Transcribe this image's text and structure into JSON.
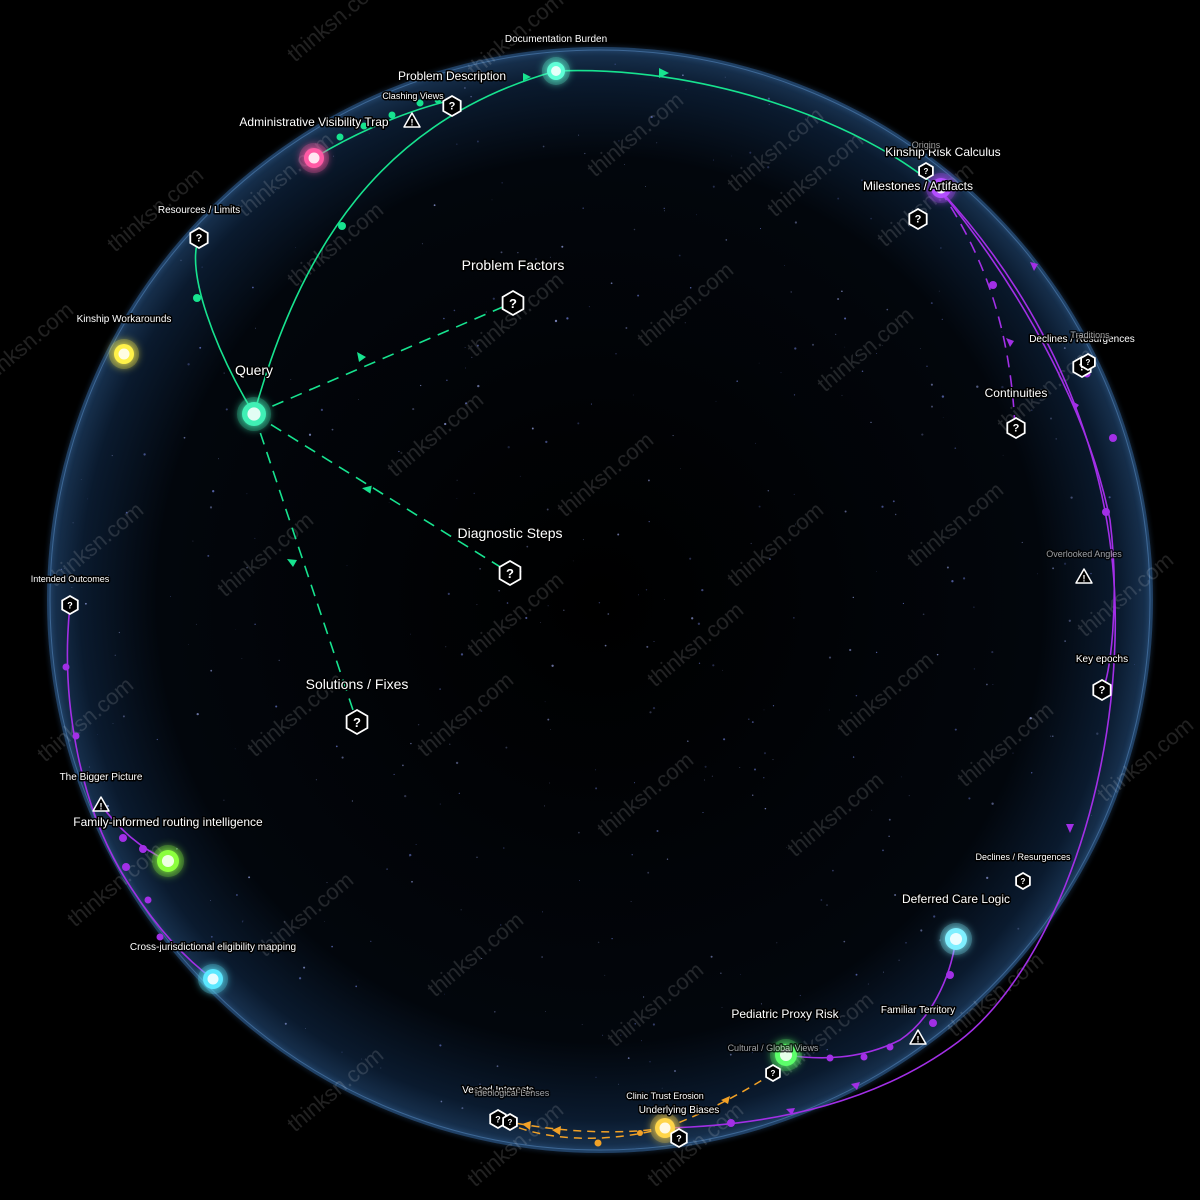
{
  "colors": {
    "background": "#000000",
    "disc": "#071222",
    "rim": "#3a6ea8",
    "green_path": "#17e38f",
    "purple_path": "#a22fe6",
    "orange_path": "#f2a126",
    "icon": "#ffffff"
  },
  "watermark": "thinksn.com",
  "nodes": {
    "query": {
      "label": "Query",
      "color": "#3ff0b5",
      "icon": "glowing-circle"
    },
    "documentation_burden": {
      "label": "Documentation Burden",
      "color": "#5fffd7",
      "icon": "glowing-circle"
    },
    "administrative_visibility_trap": {
      "label": "Administrative Visibility Trap",
      "color": "#ff5aa5",
      "icon": "glowing-circle"
    },
    "kinship_workarounds": {
      "label": "Kinship Workarounds",
      "color": "#fff14a",
      "icon": "glowing-circle"
    },
    "kinship_risk_calculus": {
      "label": "Kinship Risk Calculus",
      "color": "#b34dff",
      "icon": "glowing-circle"
    },
    "family_informed_routing": {
      "label": "Family-informed routing intelligence",
      "color": "#8cff3c",
      "icon": "glowing-circle"
    },
    "cross_jurisdictional": {
      "label": "Cross-jurisdictional eligibility mapping",
      "color": "#5ce8ff",
      "icon": "glowing-circle"
    },
    "deferred_care_logic": {
      "label": "Deferred Care Logic",
      "color": "#7fefff",
      "icon": "glowing-circle"
    },
    "pediatric_proxy_risk": {
      "label": "Pediatric Proxy Risk",
      "color": "#5cff6a",
      "icon": "glowing-circle"
    },
    "clinic_trust_erosion": {
      "label": "Clinic Trust Erosion",
      "color": "#ffd54a",
      "icon": "glowing-circle"
    }
  },
  "hex_nodes": {
    "problem_factors": {
      "label": "Problem Factors",
      "icon": "question-hexagon-icon"
    },
    "diagnostic_steps": {
      "label": "Diagnostic Steps",
      "icon": "question-hexagon-icon"
    },
    "solutions_fixes": {
      "label": "Solutions / Fixes",
      "icon": "question-hexagon-icon"
    },
    "problem_description": {
      "label": "Problem Description",
      "icon": "question-hexagon-icon"
    },
    "clashing_views": {
      "label": "Clashing Views",
      "icon": "question-hexagon-icon"
    },
    "resources_limits": {
      "label": "Resources / Limits",
      "icon": "question-hexagon-icon"
    },
    "origins": {
      "label": "Origins",
      "icon": "question-hexagon-icon"
    },
    "milestones_artifacts": {
      "label": "Milestones / Artifacts",
      "icon": "question-hexagon-icon"
    },
    "declines_resurgences_top": {
      "label": "Declines / Resurgences",
      "icon": "question-hexagon-icon"
    },
    "traditions": {
      "label": "Traditions",
      "icon": "question-hexagon-icon"
    },
    "continuities": {
      "label": "Continuities",
      "icon": "question-hexagon-icon"
    },
    "key_epochs": {
      "label": "Key epochs",
      "icon": "question-hexagon-icon"
    },
    "declines_resurgences_bottom": {
      "label": "Declines / Resurgences",
      "icon": "question-hexagon-icon"
    },
    "intended_outcomes": {
      "label": "Intended Outcomes",
      "icon": "question-hexagon-icon"
    },
    "cultural_global_views": {
      "label": "Cultural / Global Views",
      "icon": "question-hexagon-icon"
    },
    "underlying_biases": {
      "label": "Underlying Biases",
      "icon": "question-hexagon-icon"
    },
    "vested_interests": {
      "label": "Vested Interests",
      "icon": "question-hexagon-icon"
    },
    "ideological_lenses": {
      "label": "Ideological Lenses",
      "icon": "question-hexagon-icon"
    }
  },
  "warnings": {
    "admin_trap_warning": {
      "icon": "warning-triangle-icon"
    },
    "overlooked_angles": {
      "label": "Overlooked Angles",
      "icon": "warning-triangle-icon"
    },
    "the_bigger_picture": {
      "label": "The Bigger Picture",
      "icon": "warning-triangle-icon"
    },
    "familiar_territory": {
      "label": "Familiar Territory",
      "icon": "warning-triangle-icon"
    }
  }
}
